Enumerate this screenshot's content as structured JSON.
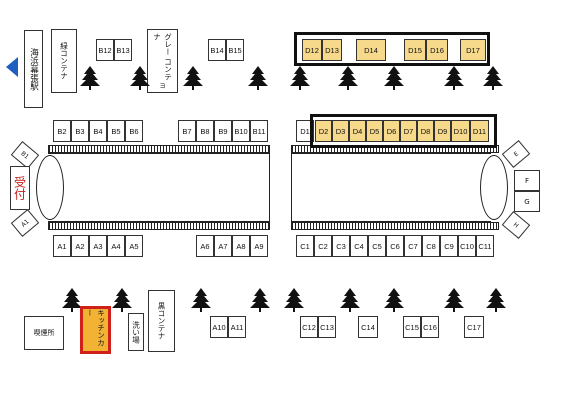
{
  "station": {
    "label": "海浜幕張駅"
  },
  "reception": {
    "label": "受付"
  },
  "containers": {
    "left_top": "緑コンテナ",
    "gray": "グレー コンテナ",
    "gray_mark": "ヨ",
    "black": "黒コンテナ"
  },
  "facilities": {
    "smoking": "喫煙所",
    "kitchen_car": "キッチンカー",
    "wash": "洗い場"
  },
  "gates": {
    "left_top": "B1",
    "left_bottom": "A1",
    "right_top": "E",
    "right_bottom": "H",
    "right_f": "F",
    "right_g": "G"
  },
  "booths": {
    "row_b_top": [
      "B12",
      "B13",
      "B14",
      "B15"
    ],
    "row_d_top": [
      "D12",
      "D13",
      "D14",
      "D15",
      "D16",
      "D17"
    ],
    "row_b": [
      "B2",
      "B3",
      "B4",
      "B5",
      "B6",
      "B7",
      "B8",
      "B9",
      "B10",
      "B11"
    ],
    "row_d": [
      "D1",
      "D2",
      "D3",
      "D4",
      "D5",
      "D6",
      "D7",
      "D8",
      "D9",
      "D10",
      "D11"
    ],
    "row_a": [
      "A1",
      "A2",
      "A3",
      "A4",
      "A5",
      "A6",
      "A7",
      "A8",
      "A9"
    ],
    "row_c": [
      "C1",
      "C2",
      "C3",
      "C4",
      "C5",
      "C6",
      "C7",
      "C8",
      "C9",
      "C10",
      "C11"
    ],
    "row_a_bottom": [
      "A10",
      "A11"
    ],
    "row_c_bottom": [
      "C12",
      "C13",
      "C14",
      "C15",
      "C16",
      "C17"
    ]
  },
  "colors": {
    "highlight": "#f6d98a",
    "kitchen": "#f2b233",
    "kitchen_border": "#d0201a",
    "station_arrow": "#1f5fbf",
    "reception_text": "#c0201a"
  }
}
